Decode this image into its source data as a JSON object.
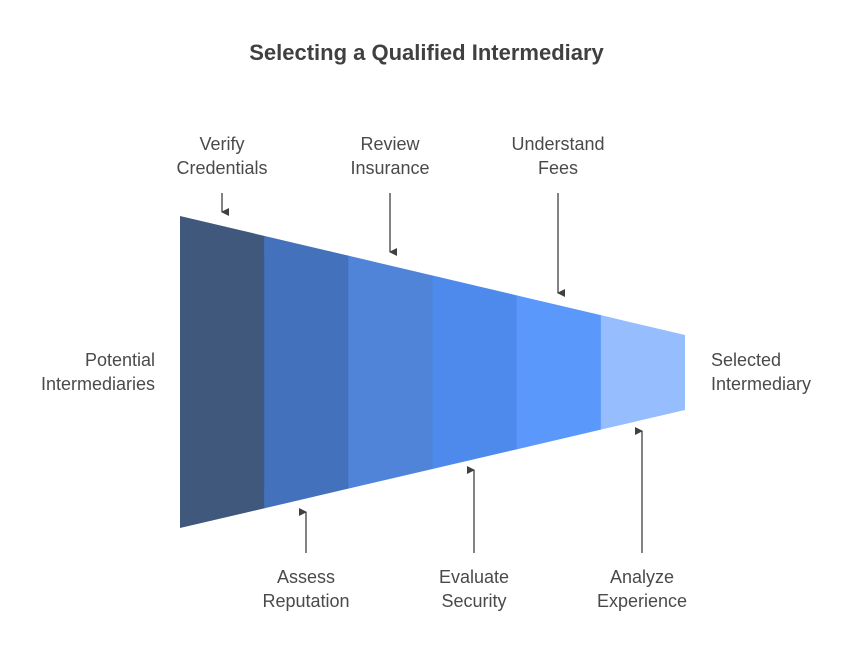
{
  "title": "Selecting a Qualified Intermediary",
  "start_label": "Potential\nIntermediaries",
  "end_label": "Selected\nIntermediary",
  "stages": [
    {
      "label": "Verify\nCredentials",
      "color": "#40587C",
      "position": "top"
    },
    {
      "label": "Assess\nReputation",
      "color": "#4371BC",
      "position": "bottom"
    },
    {
      "label": "Review\nInsurance",
      "color": "#4F84D9",
      "position": "top"
    },
    {
      "label": "Evaluate\nSecurity",
      "color": "#4E8AEB",
      "position": "bottom"
    },
    {
      "label": "Understand\nFees",
      "color": "#5A98FC",
      "position": "top"
    },
    {
      "label": "Analyze\nExperience",
      "color": "#96BDFD",
      "position": "bottom"
    }
  ],
  "arrow_color": "#404040"
}
